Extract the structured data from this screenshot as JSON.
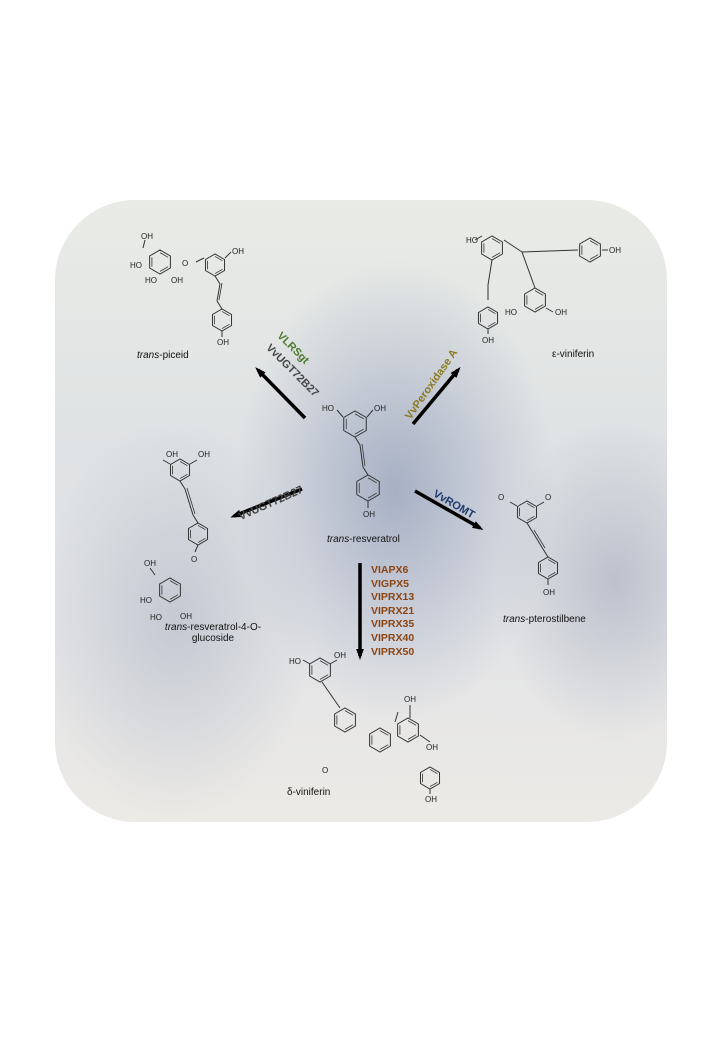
{
  "compounds": {
    "center": {
      "prefix": "trans",
      "name": "-resveratrol"
    },
    "top_left": {
      "prefix": "trans",
      "name": "-piceid"
    },
    "top_right": {
      "prefix": "",
      "name": "ε-viniferin"
    },
    "mid_left": {
      "prefix": "trans",
      "name": "-resveratrol-4-O-",
      "line2": "glucoside"
    },
    "mid_right": {
      "prefix": "trans",
      "name": "-pterostilbene"
    },
    "bottom": {
      "prefix": "",
      "name": "δ-viniferin"
    }
  },
  "enzymes": {
    "to_piceid": [
      {
        "label": "VLRSgt",
        "color": "#4a7a2a"
      },
      {
        "label": "VvUGT72B27",
        "color": "#444444"
      }
    ],
    "to_epsilon": {
      "label": "VvPeroxidase A",
      "color": "#8a7a20"
    },
    "to_glucoside": {
      "label": "VvUGT72B27",
      "color": "#444444"
    },
    "to_pterostilbene": {
      "label": "VvROMT",
      "color": "#1f3a6e"
    },
    "to_delta": {
      "color": "#8b4513",
      "labels": [
        "VIAPX6",
        "VIGPX5",
        "VIPRX13",
        "VIPRX21",
        "VIPRX35",
        "VIPRX40",
        "VIPRX50"
      ]
    }
  },
  "atoms": {
    "oh": "OH",
    "ho": "HO",
    "o": "O"
  },
  "arrow_color": "#000000"
}
